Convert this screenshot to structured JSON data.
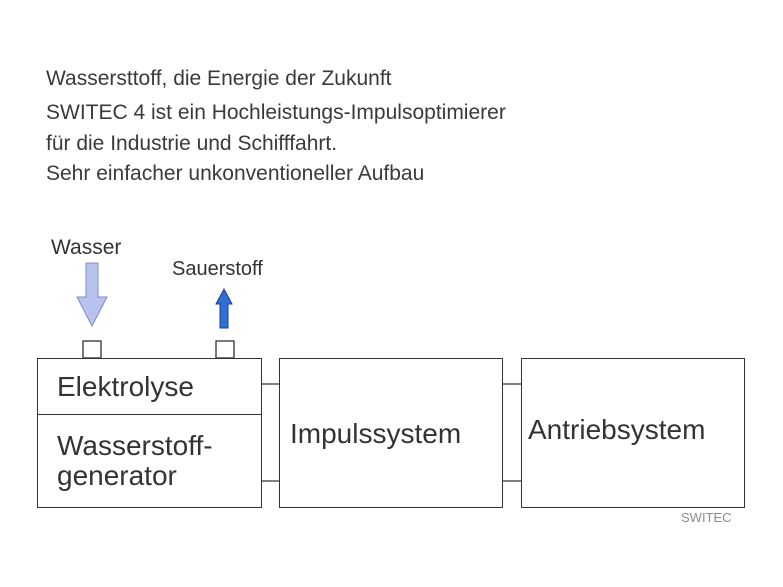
{
  "header": {
    "title": "Wassersttoff, die Energie der Zukunft",
    "line1": "SWITEC 4 ist ein Hochleistungs-Impulsoptimierer",
    "line2": "für die Industrie und Schifffahrt.",
    "line3": "Sehr einfacher unkonventioneller Aufbau"
  },
  "diagram": {
    "input_label": "Wasser",
    "output_label": "Sauerstoff",
    "block1_top": "Elektrolyse",
    "block1_bottom_line1": "Wasserstoff-",
    "block1_bottom_line2": "generator",
    "block2": "Impulssystem",
    "block3": "Antriebsystem"
  },
  "footer": {
    "brand": "SWITEC"
  },
  "colors": {
    "input_arrow": "#b7c3ee",
    "output_arrow": "#2f6fd6",
    "stroke": "#333333"
  }
}
